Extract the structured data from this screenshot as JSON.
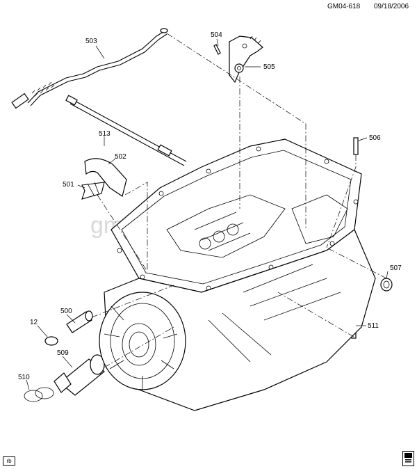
{
  "header": {
    "code": "GM04-618",
    "date": "09/18/2006"
  },
  "watermark": "gm-parts",
  "corner_tag": "rb",
  "callouts": [
    "503",
    "504",
    "505",
    "513",
    "506",
    "502",
    "501",
    "507",
    "500",
    "12",
    "511",
    "509",
    "510"
  ]
}
